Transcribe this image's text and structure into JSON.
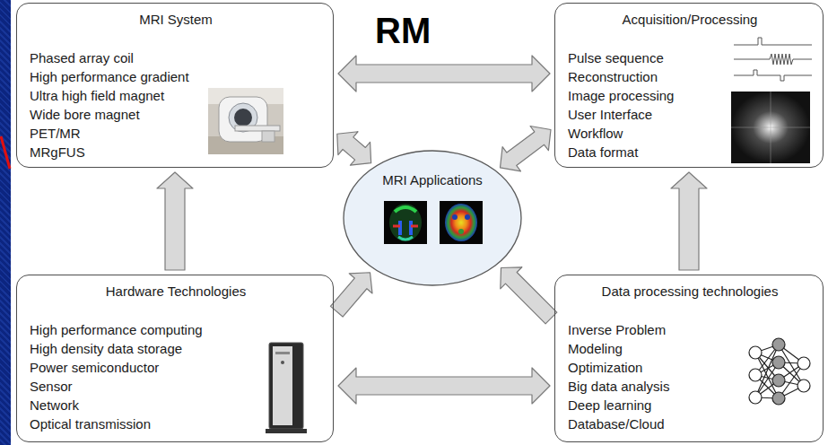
{
  "diagram": {
    "nodes": [
      {
        "text": [
          "MRI System",
          "Phased array coil",
          "High performance gradient",
          "Ultra high field magnet",
          "Wide bore magnet",
          "PET/MR",
          "MRgFUS"
        ]
      },
      {
        "text": [
          "Acquisition/Processing",
          "Pulse sequence",
          "Reconstruction",
          "Image processing",
          "User Interface",
          "Workflow",
          "Data format"
        ]
      },
      {
        "text": [
          "MRI Applications"
        ]
      },
      {
        "text": [
          "Hardware Technologies",
          "High performance computing",
          "High density data storage",
          "Power semiconductor",
          "Sensor",
          "Network",
          "Optical transmission"
        ]
      },
      {
        "text": [
          "Data processing technologies",
          "Inverse Problem",
          "Modeling",
          "Optimization",
          "Big data analysis",
          "Deep learning",
          "Database/Cloud"
        ]
      }
    ],
    "edges": [
      {
        "from": 0,
        "to": 1,
        "arrow": "both"
      },
      {
        "from": 0,
        "to": 2,
        "arrow": "both"
      },
      {
        "from": 1,
        "to": 2,
        "arrow": "both"
      },
      {
        "from": 3,
        "to": 0,
        "arrow": "to"
      },
      {
        "from": 4,
        "to": 1,
        "arrow": "to"
      },
      {
        "from": 3,
        "to": 2,
        "arrow": "to"
      },
      {
        "from": 4,
        "to": 2,
        "arrow": "to"
      },
      {
        "from": 3,
        "to": 4,
        "arrow": "both"
      }
    ],
    "labels": [
      "RM"
    ]
  }
}
